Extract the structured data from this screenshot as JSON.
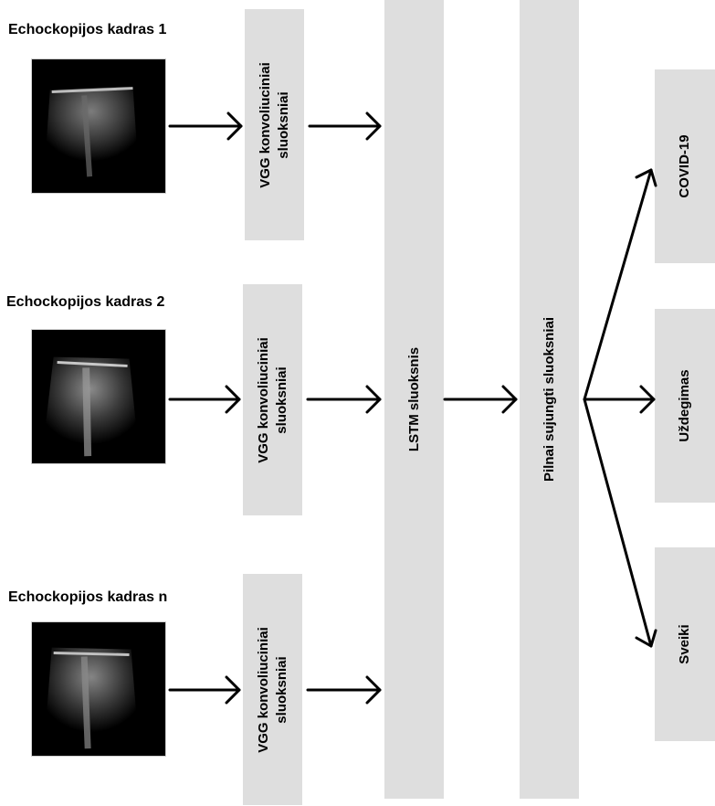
{
  "frames": [
    {
      "label": "Echockopijos kadras 1",
      "image_icon": "ultrasound-frame-image"
    },
    {
      "label": "Echockopijos kadras 2",
      "image_icon": "ultrasound-frame-image"
    },
    {
      "label": "Echockopijos kadras n",
      "image_icon": "ultrasound-frame-image"
    }
  ],
  "vgg": {
    "line1": "VGG konvoliuciniai",
    "line2": "sluoksniai"
  },
  "lstm": {
    "label": "LSTM sluoksnis"
  },
  "dense": {
    "label": "Pilnai sujungti sluoksniai"
  },
  "outputs": [
    {
      "label": "COVID-19"
    },
    {
      "label": "Uždegimas"
    },
    {
      "label": "Sveiki"
    }
  ],
  "colors": {
    "block": "#dedede",
    "arrow": "#000000",
    "image_bg": "#000000"
  }
}
